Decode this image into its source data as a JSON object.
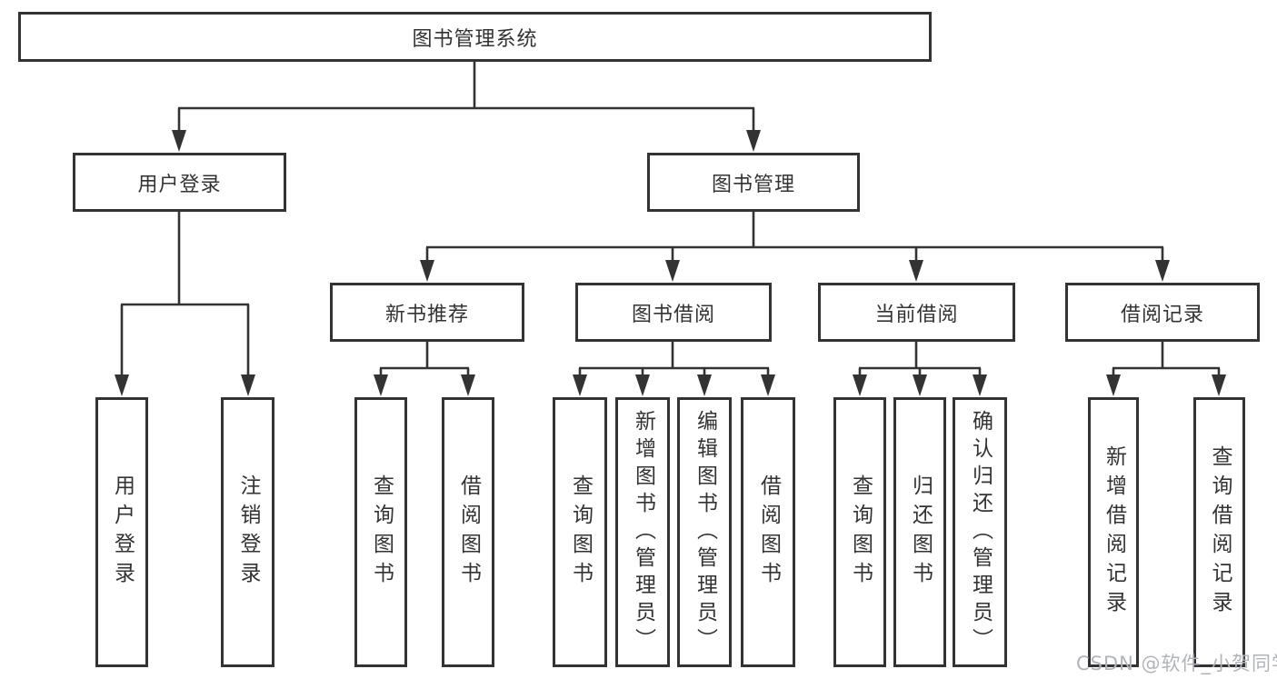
{
  "title": "图书管理系统",
  "watermark": "CSDN @软件_小贺同学",
  "colors": {
    "line": "#333333",
    "box_border": "#333333",
    "box_fill": "#ffffff",
    "text": "#333333",
    "watermark": "#b0b4b9",
    "background": "#ffffff"
  },
  "nodes": {
    "root": "图书管理系统",
    "user_login_branch": "用户登录",
    "book_mgmt": "图书管理",
    "user_login": "用户登录",
    "logout": "注销登录",
    "new_book_rec": "新书推荐",
    "book_borrow": "图书借阅",
    "current_borrow": "当前借阅",
    "borrow_record": "借阅记录",
    "nb_query": "查询图书",
    "nb_borrow": "借阅图书",
    "bb_query": "查询图书",
    "bb_add": "新增图书（管理员）",
    "bb_edit": "编辑图书（管理员）",
    "bb_borrow": "借阅图书",
    "cb_query": "查询图书",
    "cb_return": "归还图书",
    "cb_confirm": "确认归还（管理员）",
    "br_add": "新增借阅记录",
    "br_query": "查询借阅记录"
  },
  "hierarchy": {
    "图书管理系统": {
      "用户登录": [
        "用户登录",
        "注销登录"
      ],
      "图书管理": {
        "新书推荐": [
          "查询图书",
          "借阅图书"
        ],
        "图书借阅": [
          "查询图书",
          "新增图书（管理员）",
          "编辑图书（管理员）",
          "借阅图书"
        ],
        "当前借阅": [
          "查询图书",
          "归还图书",
          "确认归还（管理员）"
        ],
        "借阅记录": [
          "新增借阅记录",
          "查询借阅记录"
        ]
      }
    }
  }
}
